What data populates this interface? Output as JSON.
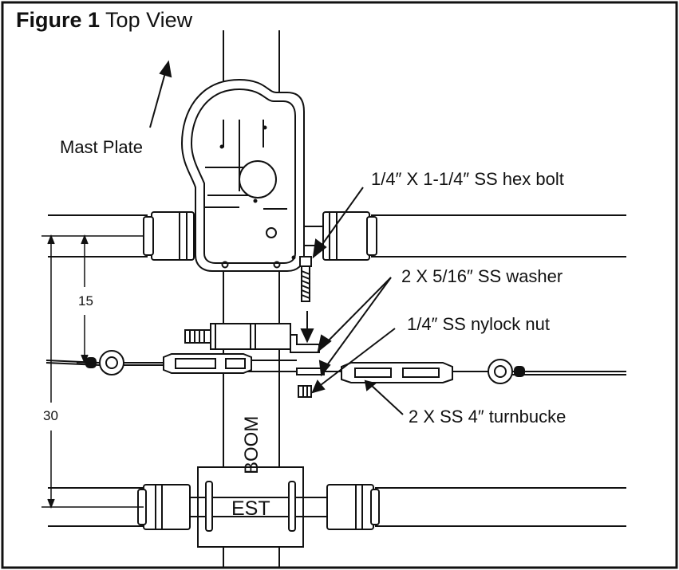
{
  "figure": {
    "number": "Figure 1",
    "title": "Top View"
  },
  "labels": {
    "mast_plate": "Mast Plate",
    "hex_bolt": "1/4″ X 1-1/4″ SS hex bolt",
    "washer": "2 X 5/16″ SS washer",
    "nylock_nut": "1/4″ SS nylock nut",
    "turnbuckle": "2 X SS 4″ turnbucke",
    "boom": "BOOM",
    "est": "EST"
  },
  "dimensions": {
    "d1": "15",
    "d2": "30"
  }
}
